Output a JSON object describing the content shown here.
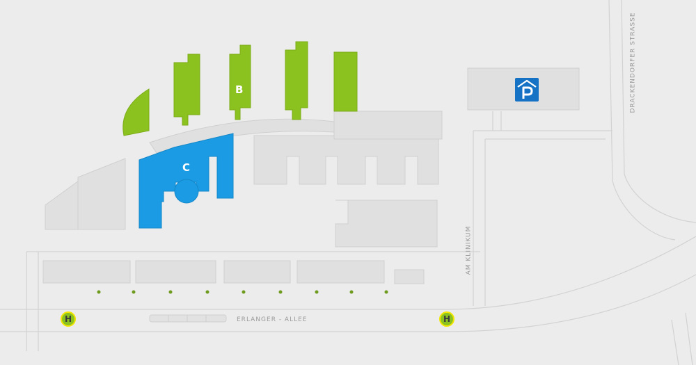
{
  "buildings": {
    "b": {
      "label": "B",
      "color": "#8cc21f"
    },
    "c": {
      "label": "C",
      "color": "#1a9be3"
    }
  },
  "streets": {
    "erlanger_allee": "ERLANGER - ALLEE",
    "am_klinikum": "AM KLINIKUM",
    "drackendorfer_strasse": "DRACKENDORFER STRASSE"
  },
  "bus_stop_symbol": "H",
  "icons": {
    "parking": "parking-garage-icon",
    "bus_stop": "bus-stop-icon",
    "tree": "tree-icon"
  },
  "colors": {
    "background": "#ececec",
    "road": "#e3e3e3",
    "building": "#e0e0e0",
    "building_b": "#8cc21f",
    "building_c": "#1a9be3",
    "parking": "#1672c4",
    "bus_stop": "#8cc21f",
    "bus_stop_ring": "#f2e600"
  }
}
